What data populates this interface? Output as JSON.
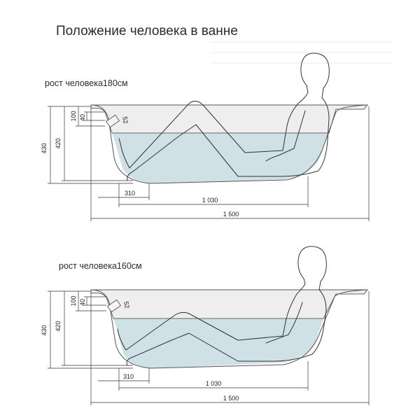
{
  "title": "Положение человека в ванне",
  "panels": [
    {
      "caption": "рост человека180см",
      "dims": {
        "h430": "430",
        "h420": "420",
        "h100": "100",
        "h40": "40",
        "angle": "52",
        "d310": "310",
        "d1030": "1 030",
        "d1500": "1 500"
      }
    },
    {
      "caption": "рост человека160см",
      "dims": {
        "h430": "430",
        "h420": "420",
        "h100": "100",
        "h40": "40",
        "angle": "52",
        "d310": "310",
        "d1030": "1 030",
        "d1500": "1 500"
      }
    }
  ],
  "colors": {
    "water": "#cfe0e6",
    "rim": "#eeeeee",
    "lines": "#333333"
  }
}
